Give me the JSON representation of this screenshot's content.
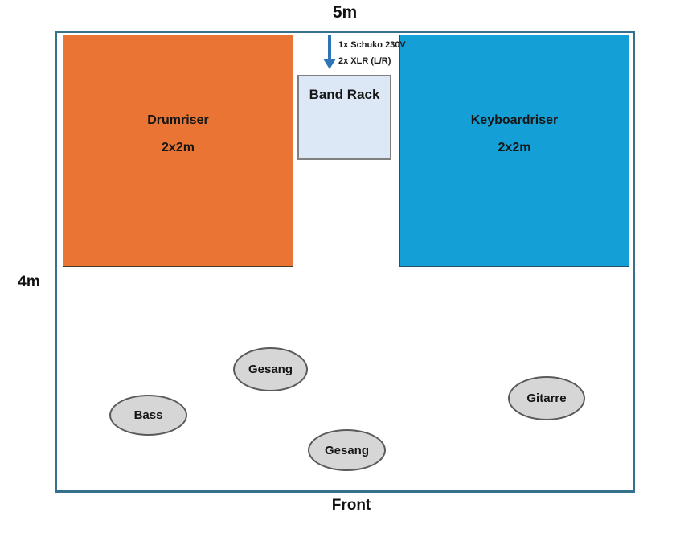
{
  "diagram": {
    "dimensions": {
      "width_label": "5m",
      "height_label": "4m"
    },
    "front_label": "Front",
    "drumriser": {
      "label": "Drumriser",
      "size": "2x2m"
    },
    "keyboardriser": {
      "label": "Keyboardriser",
      "size": "2x2m"
    },
    "band_rack": {
      "label": "Band Rack"
    },
    "cable_annotation": {
      "line1": "1x Schuko 230V",
      "line2": "2x XLR (L/R)"
    },
    "positions": [
      {
        "label": "Gesang"
      },
      {
        "label": "Bass"
      },
      {
        "label": "Gesang"
      },
      {
        "label": "Gitarre"
      }
    ],
    "colors": {
      "stage_border": "#35708C",
      "drumriser_fill": "#E97434",
      "keyboardriser_fill": "#149FD6",
      "band_rack_fill": "#DCE8F6",
      "position_fill": "#D6D6D6",
      "arrow": "#2E75B6"
    }
  }
}
